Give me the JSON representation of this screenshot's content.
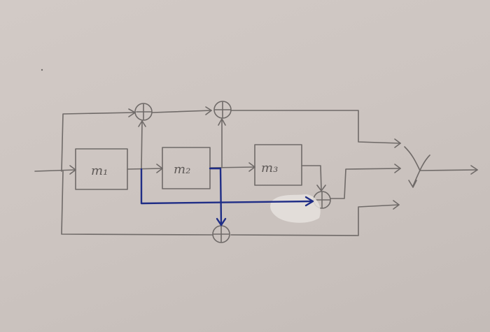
{
  "diagram": {
    "blocks": [
      {
        "id": "m1",
        "label": "m₁"
      },
      {
        "id": "m2",
        "label": "m₂"
      },
      {
        "id": "m3",
        "label": "m₃"
      }
    ],
    "summing_junctions": 4,
    "output_switch_positions": 3,
    "colors": {
      "pencil": "#6f6a68",
      "ink": "#1f2d86",
      "paper": "#d2cac6"
    }
  }
}
